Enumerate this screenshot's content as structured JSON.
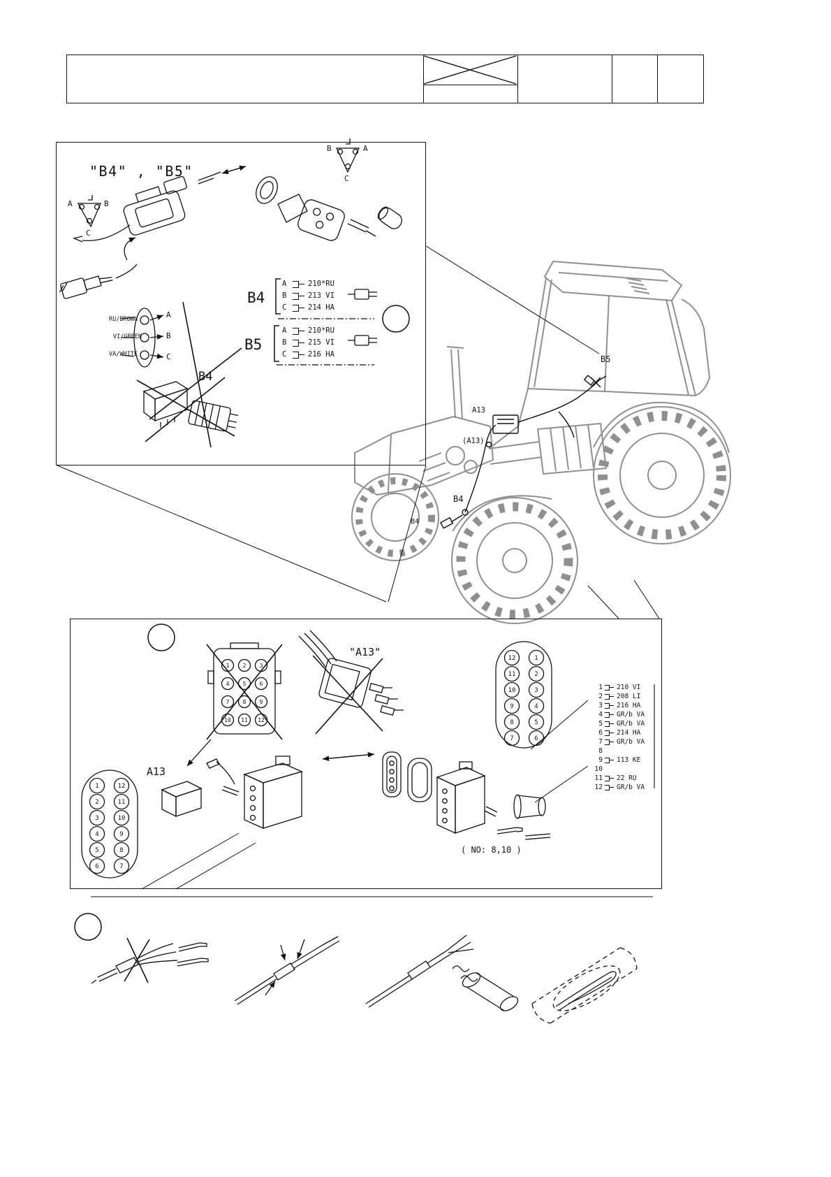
{
  "colors": {
    "ink": "#141414",
    "tractor_line": "#8f8f8f",
    "paper": "#ffffff"
  },
  "panel_b4b5": {
    "title": "\"B4\" , \"B5\"",
    "triangle_left": {
      "left": "A",
      "right": "B",
      "bottom": "C"
    },
    "triangle_right": {
      "left": "B",
      "right": "A",
      "bottom": "C"
    },
    "wire_rows": [
      {
        "label": "RU/BROWN",
        "pin": "A"
      },
      {
        "label": "VI/GREEN",
        "pin": "B"
      },
      {
        "label": "VA/WHITE",
        "pin": "C"
      }
    ],
    "b4_block": {
      "name": "B4",
      "rows": [
        {
          "pin": "A",
          "wire": "210*RU"
        },
        {
          "pin": "B",
          "wire": "213 VI"
        },
        {
          "pin": "C",
          "wire": "214 HA"
        }
      ]
    },
    "b5_block": {
      "name": "B5",
      "rows": [
        {
          "pin": "A",
          "wire": "210*RU"
        },
        {
          "pin": "B",
          "wire": "215 VI"
        },
        {
          "pin": "C",
          "wire": "216 HA"
        }
      ]
    },
    "crossed_label": "B4"
  },
  "tractor": {
    "labels": {
      "b5": "B5",
      "a13": "A13",
      "a13_paren": "(A13)",
      "b4_upper": "B4",
      "b4_lower": "B4"
    }
  },
  "panel_a13": {
    "title": "\"A13\"",
    "left_connector_label": "A13",
    "grid_pins": [
      "1",
      "2",
      "3",
      "4",
      "5",
      "6",
      "7",
      "8",
      "9",
      "10",
      "11",
      "12"
    ],
    "left_connector": {
      "col1": [
        "1",
        "2",
        "3",
        "4",
        "5",
        "6"
      ],
      "col2": [
        "12",
        "11",
        "10",
        "9",
        "8",
        "7"
      ]
    },
    "right_connector": {
      "col1": [
        "12",
        "11",
        "10",
        "9",
        "8",
        "7"
      ],
      "col2": [
        "1",
        "2",
        "3",
        "4",
        "5",
        "6"
      ]
    },
    "pin_table": [
      {
        "pin": "1",
        "wire": "210 VI"
      },
      {
        "pin": "2",
        "wire": "208 LI"
      },
      {
        "pin": "3",
        "wire": "216 HA"
      },
      {
        "pin": "4",
        "wire": "GR/b VA"
      },
      {
        "pin": "5",
        "wire": "GR/b VA"
      },
      {
        "pin": "6",
        "wire": "214 HA"
      },
      {
        "pin": "7",
        "wire": "GR/b VA"
      },
      {
        "pin": "8",
        "wire": ""
      },
      {
        "pin": "9",
        "wire": "113 KE"
      },
      {
        "pin": "10",
        "wire": ""
      },
      {
        "pin": "11",
        "wire": "22 RU"
      },
      {
        "pin": "12",
        "wire": "GR/b VA"
      }
    ],
    "note": "( NO: 8,10 )"
  }
}
